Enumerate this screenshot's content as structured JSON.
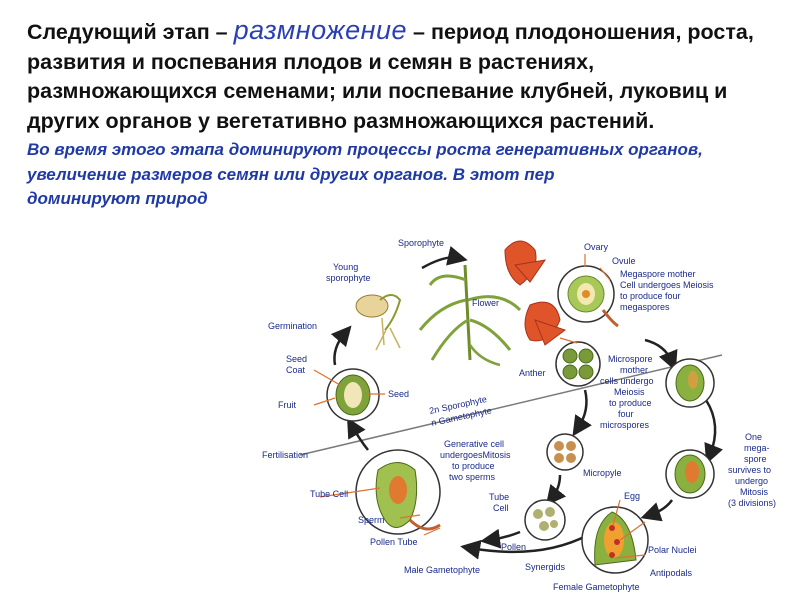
{
  "heading": {
    "part1": "Следующий этап – ",
    "emphasis": "размножение",
    "part2": " – период плодоношения, роста, развития и поспевания плодов и семян в растениях, размножающихся семенами; или поспевание клубней, луковиц и других органов у вегетативно размножающихся растений."
  },
  "subtext": "Во время этого этапа доминируют процессы роста генеративных органов, увеличение размеров семян или других органов. В этот пер",
  "subtext_line4": "доминируют природ",
  "diagram": {
    "labels": {
      "sporophyte": "Sporophyte",
      "young_sporophyte_1": "Young",
      "young_sporophyte_2": "sporophyte",
      "ovary": "Ovary",
      "ovule": "Ovule",
      "megaspore_1": "Megaspore mother",
      "megaspore_2": "Cell undergoes Meiosis",
      "megaspore_3": "to produce four",
      "megaspore_4": "megaspores",
      "flower": "Flower",
      "germination": "Germination",
      "seed_coat_1": "Seed",
      "seed_coat_2": "Coat",
      "seed": "Seed",
      "fruit": "Fruit",
      "anther": "Anther",
      "microspore_1": "Microspore",
      "microspore_2": "mother",
      "microspore_3": "cells undergo",
      "microspore_4": "Meiosis",
      "microspore_5": "to produce",
      "microspore_6": "four",
      "microspore_7": "microspores",
      "ploidy_2n": "2n Sporophyte",
      "ploidy_n": "n Gametophyte",
      "fertilisation": "Fertilisation",
      "generative_1": "Generative cell",
      "generative_2": "undergoesMitosis",
      "generative_3": "to produce",
      "generative_4": "two sperms",
      "one_mega_1": "One",
      "one_mega_2": "mega-",
      "one_mega_3": "spore",
      "one_mega_4": "survives to",
      "one_mega_5": "undergo",
      "one_mega_6": "Mitosis",
      "one_mega_7": "(3 divisions)",
      "tube_cell": "Tube Cell",
      "micropyle": "Micropyle",
      "tube_cell_2a": "Tube",
      "tube_cell_2b": "Cell",
      "egg": "Egg",
      "sperm": "Sperm",
      "pollen_tube": "Pollen Tube",
      "pollen": "Pollen",
      "polar_nuclei": "Polar Nuclei",
      "male_gametophyte": "Male Gametophyte",
      "synergids": "Synergids",
      "antipodals": "Antipodals",
      "female_gametophyte": "Female Gametophyte"
    }
  }
}
